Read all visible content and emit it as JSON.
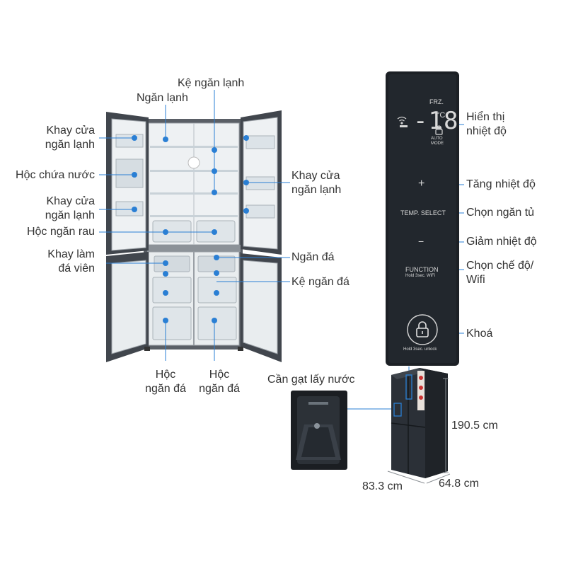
{
  "labels": {
    "ke_ngan_lanh_top": "Kệ ngăn lạnh",
    "ngan_lanh": "Ngăn lạnh",
    "khay_cua_ngan_lanh_left1": [
      "Khay cửa",
      "ngăn lạnh"
    ],
    "hoc_chua_nuoc": "Hộc chứa nước",
    "khay_cua_ngan_lanh_left2": [
      "Khay cửa",
      "ngăn lạnh"
    ],
    "hoc_ngan_rau": "Hộc ngăn rau",
    "khay_lam_da_vien": [
      "Khay làm",
      "đá viên"
    ],
    "khay_cua_ngan_lanh_right": [
      "Khay cửa",
      "ngăn lạnh"
    ],
    "ngan_da": "Ngăn đá",
    "ke_ngan_da": "Kệ ngăn đá",
    "hoc_ngan_da_left": [
      "Hộc",
      "ngăn đá"
    ],
    "hoc_ngan_da_right": [
      "Hộc",
      "ngăn đá"
    ],
    "hien_thi_nhiet_do": [
      "Hiển thị",
      "nhiệt độ"
    ],
    "tang_nhiet_do": "Tăng nhiệt độ",
    "chon_ngan_tu": "Chọn ngăn tủ",
    "giam_nhiet_do": "Giảm nhiệt độ",
    "chon_che_do_wifi": [
      "Chọn chế độ/",
      "Wifi"
    ],
    "khoa": "Khoá",
    "can_gat_lay_nuoc": "Cần gạt lấy nước"
  },
  "control_panel": {
    "display_value": "-18",
    "display_unit": "°C",
    "display_mode": "FRZ.",
    "auto_mode": [
      "AUTO",
      "MODE"
    ],
    "plus_symbol": "+",
    "minus_symbol": "−",
    "temp_select": "TEMP. SELECT",
    "function": "FUNCTION",
    "function_sub": "Hold  3sec. WiFi",
    "lock_sub": "Hold  3sec. unlock"
  },
  "dimensions": {
    "height": "190.5 cm",
    "width": "83.3 cm",
    "depth": "64.8 cm"
  },
  "colors": {
    "marker": "#2a7fd4",
    "leader": "#2a7fd4",
    "label_text": "#333333",
    "panel_bg": "#1c2025",
    "fridge_body": "#3b4047",
    "interior": "#eef1f2"
  }
}
